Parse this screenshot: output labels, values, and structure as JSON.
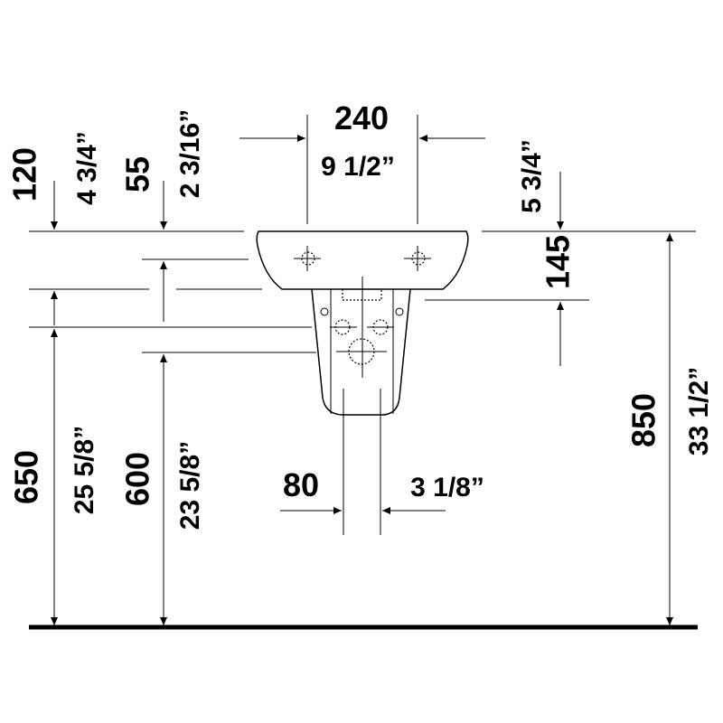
{
  "dimensions": {
    "width_mm": "240",
    "width_in": "9 1/2”",
    "top_offset_mm": "120",
    "top_offset_in": "4 3/4”",
    "hole_offset_mm": "55",
    "hole_offset_in": "2 3/16”",
    "right_offset_in": "5 3/4”",
    "right_offset_mm": "145",
    "height_650_mm": "650",
    "height_650_in": "25 5/8”",
    "height_600_mm": "600",
    "height_600_in": "23 5/8”",
    "total_height_mm": "850",
    "total_height_in": "33 1/2”",
    "pedestal_width_mm": "80",
    "pedestal_width_in": "3 1/8”"
  }
}
